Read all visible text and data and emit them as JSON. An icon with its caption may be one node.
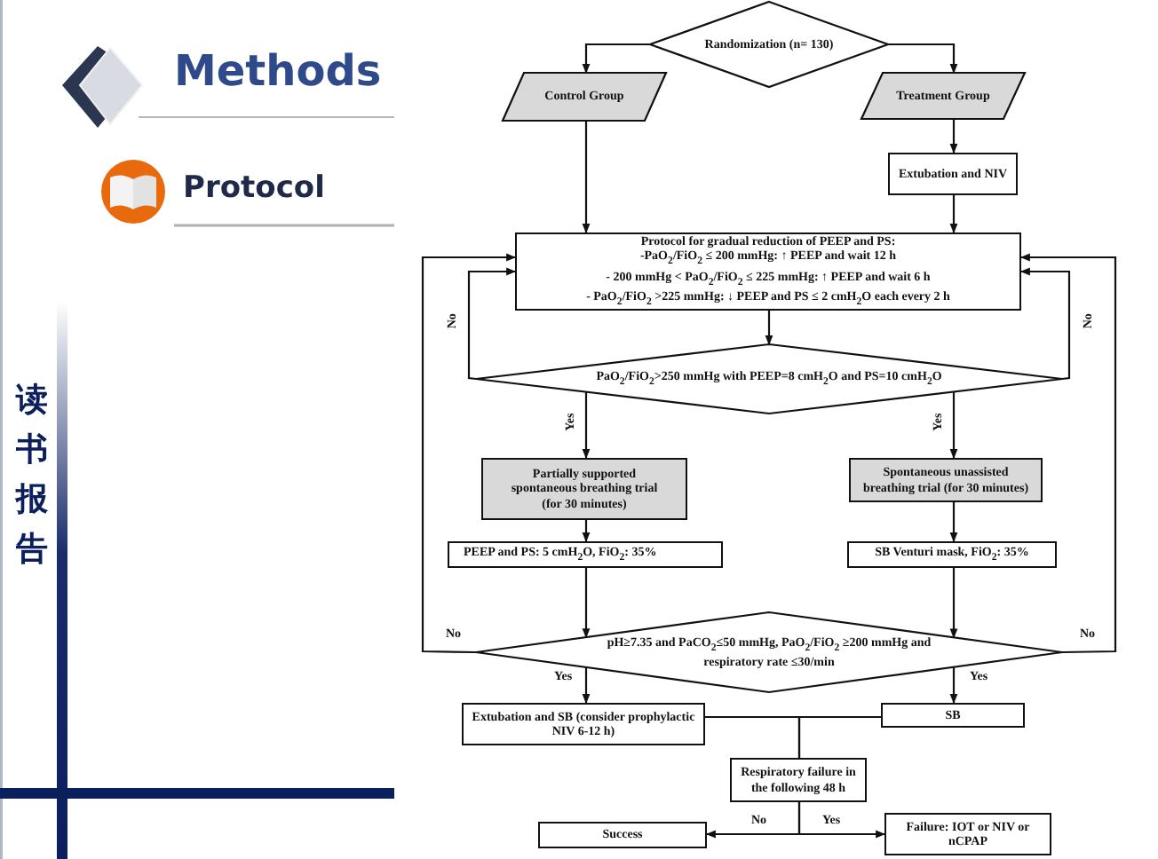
{
  "diagram": {
    "title": "Methods",
    "nodes": [
      {
        "text": [
          "Randomization (n= 130)"
        ]
      },
      {
        "text": [
          "Control Group"
        ]
      },
      {
        "text": [
          "Treatment Group"
        ]
      },
      {
        "text": [
          "Extubation and NIV"
        ]
      },
      {
        "text": [
          "Protocol for gradual reduction of PEEP and PS:",
          "-PaO$_{2}$/FiO$_{2}$ ≤ 200 mmHg: ↑ PEEP and wait 12 h",
          "- 200 mmHg < PaO$_{2}$/FiO$_{2}$ ≤ 225 mmHg: ↑ PEEP and wait 6 h",
          "- PaO$_{2}$/FiO$_{2}$ >225 mmHg: ↓ PEEP and PS ≤ 2 cmH$_{2}$O each every 2 h"
        ]
      },
      {
        "text": [
          "PaO$_{2}$/FiO$_{2}$>250 mmHg with PEEP=8 cmH$_{2}$O and PS=10 cmH$_{2}$O"
        ]
      },
      {
        "text": [
          "Partially supported spontaneous breathing trial (for 30 minutes)"
        ]
      },
      {
        "text": [
          "Spontaneous unassisted breathing trial (for 30 minutes)"
        ]
      },
      {
        "text": [
          "PEEP and PS: 5 cmH$_{2}$O, FiO$_{2}$: 35%"
        ]
      },
      {
        "text": [
          "SB Venturi mask, FiO$_{2}$: 35%"
        ]
      },
      {
        "text": [
          "pH≥7.35 and PaCO$_{2}$≤50 mmHg, PaO$_{2}$/FiO$_{2}$ ≥200 mmHg and respiratory rate ≤30/min"
        ]
      },
      {
        "text": [
          "Extubation and SB (consider prophylactic NIV 6-12 h)"
        ]
      },
      {
        "text": [
          "SB"
        ]
      },
      {
        "text": [
          "Respiratory failure in the following 48 h"
        ]
      },
      {
        "text": [
          "Success"
        ]
      },
      {
        "text": [
          "Failure: IOT or NIV or nCPAP"
        ]
      }
    ],
    "edges": [
      {
        "from": 0,
        "to": 1,
        "arrow": "to"
      },
      {
        "from": 0,
        "to": 2,
        "arrow": "to"
      },
      {
        "from": 1,
        "to": 4,
        "arrow": "to"
      },
      {
        "from": 2,
        "to": 3,
        "arrow": "to"
      },
      {
        "from": 3,
        "to": 4,
        "arrow": "to"
      },
      {
        "from": 4,
        "to": 5,
        "arrow": "to"
      },
      {
        "from": 5,
        "to": 6,
        "arrow": "to",
        "label": "Yes"
      },
      {
        "from": 5,
        "to": 7,
        "arrow": "to",
        "label": "Yes"
      },
      {
        "from": 5,
        "to": 4,
        "arrow": "to",
        "label": "No"
      },
      {
        "from": 5,
        "to": 4,
        "arrow": "to",
        "label": "No"
      },
      {
        "from": 6,
        "to": 8,
        "arrow": "to"
      },
      {
        "from": 7,
        "to": 9,
        "arrow": "to"
      },
      {
        "from": 8,
        "to": 10,
        "arrow": "to"
      },
      {
        "from": 9,
        "to": 10,
        "arrow": "to"
      },
      {
        "from": 10,
        "to": 4,
        "arrow": "to",
        "label": "No"
      },
      {
        "from": 10,
        "to": 4,
        "arrow": "to",
        "label": "No"
      },
      {
        "from": 10,
        "to": 11,
        "arrow": "to",
        "label": "Yes"
      },
      {
        "from": 10,
        "to": 12,
        "arrow": "to",
        "label": "Yes"
      },
      {
        "from": 11,
        "to": 13,
        "arrow": "none"
      },
      {
        "from": 12,
        "to": 13,
        "arrow": "none"
      },
      {
        "from": 13,
        "to": 14,
        "arrow": "to",
        "label": "No"
      },
      {
        "from": 13,
        "to": 15,
        "arrow": "to",
        "label": "Yes"
      }
    ],
    "labels": [
      "Protocol",
      "读书报告"
    ]
  }
}
